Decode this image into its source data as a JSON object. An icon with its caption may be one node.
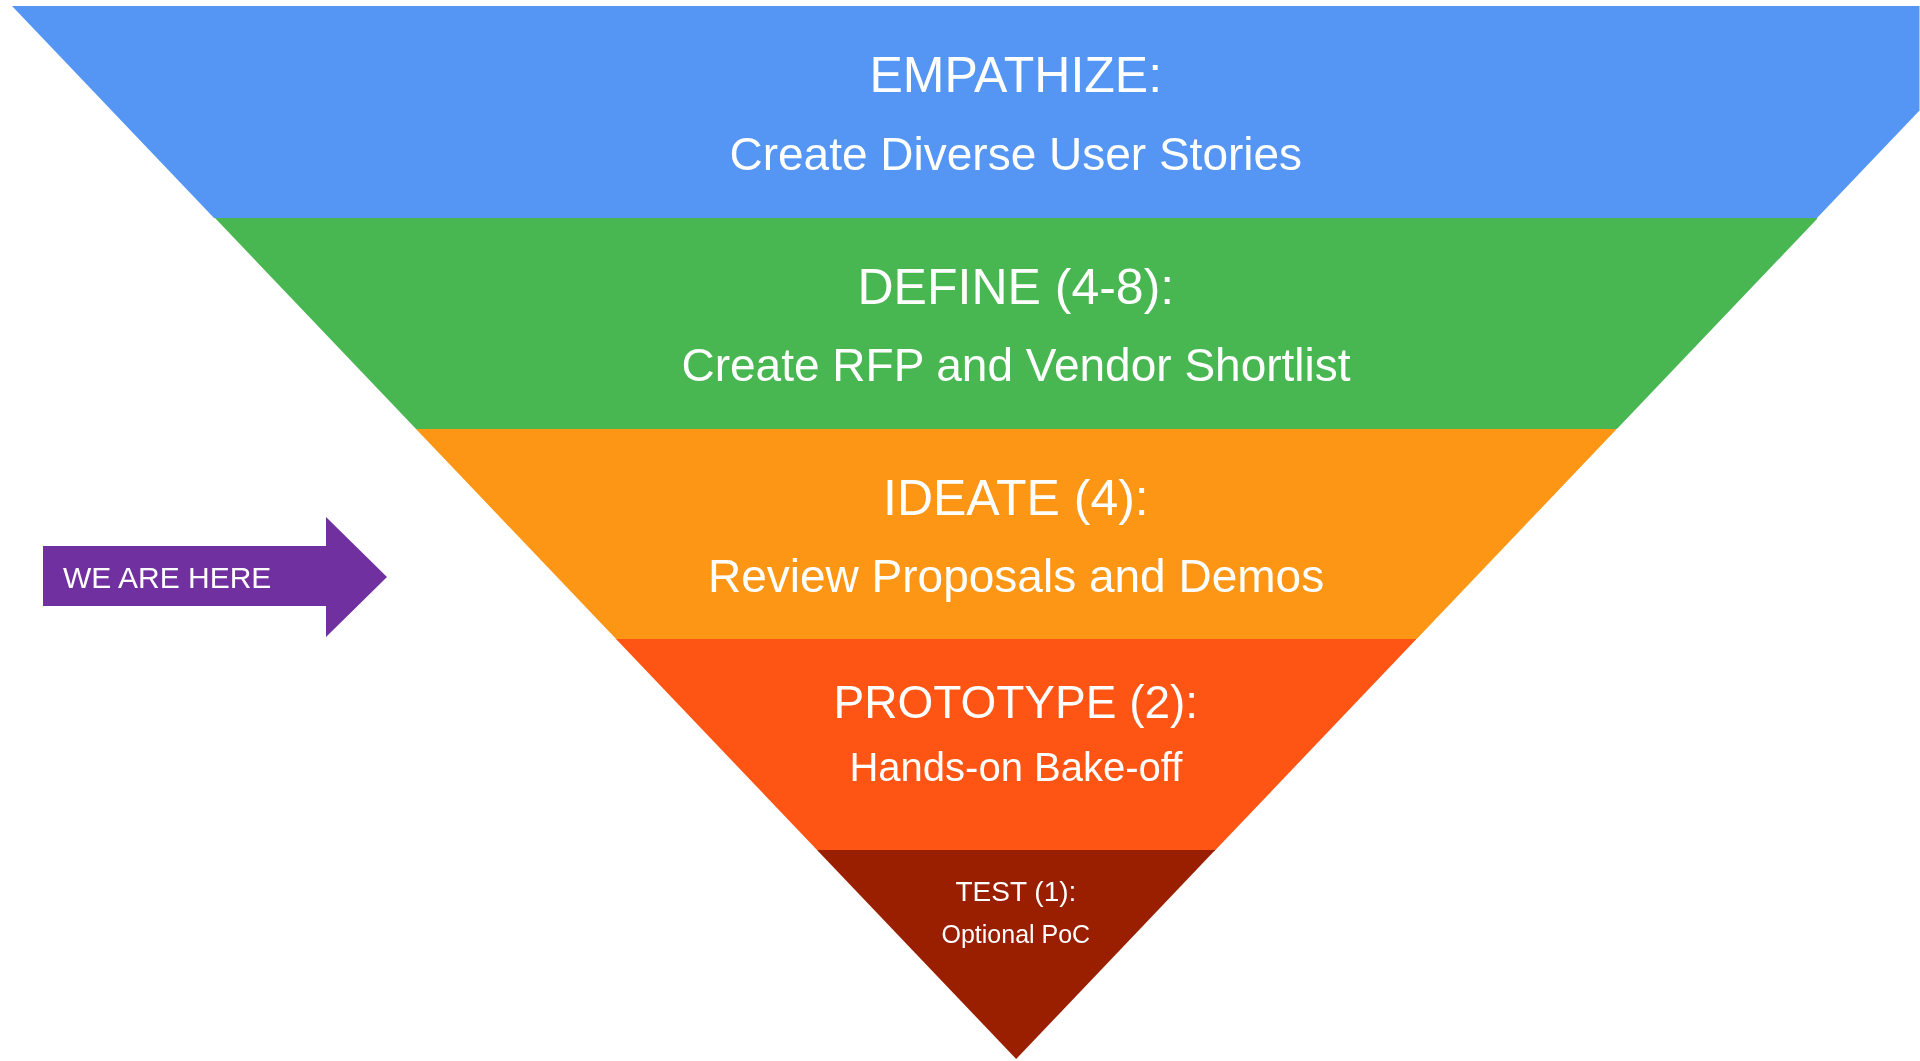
{
  "diagram": {
    "nodes": [
      {
        "text": [
          "EMPATHIZE:",
          "Create Diverse User Stories"
        ]
      },
      {
        "text": [
          "DEFINE (4-8):",
          "Create RFP and Vendor Shortlist"
        ]
      },
      {
        "text": [
          "IDEATE (4):",
          "Review Proposals and Demos"
        ]
      },
      {
        "text": [
          "PROTOTYPE (2):",
          "Hands-on Bake-off"
        ]
      },
      {
        "text": [
          "TEST (1):",
          "Optional PoC"
        ]
      },
      {
        "text": [
          "WE ARE HERE"
        ]
      }
    ]
  }
}
